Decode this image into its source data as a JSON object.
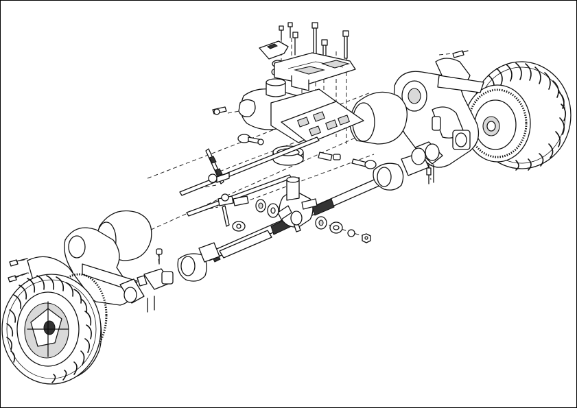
{
  "colors": {
    "line": "#111111",
    "background": "#ffffff",
    "shade": "#d9d9d9"
  },
  "parts": [
    "front-left-wheel",
    "front-right-wheel",
    "left-motor",
    "right-motor",
    "left-upright",
    "right-upright",
    "steering-rack",
    "chassis-mount-plate",
    "top-bracket",
    "tie-rod-upper",
    "tie-rod-lower",
    "bearing-ring",
    "pinion-housing",
    "washers",
    "locknut",
    "screws"
  ]
}
